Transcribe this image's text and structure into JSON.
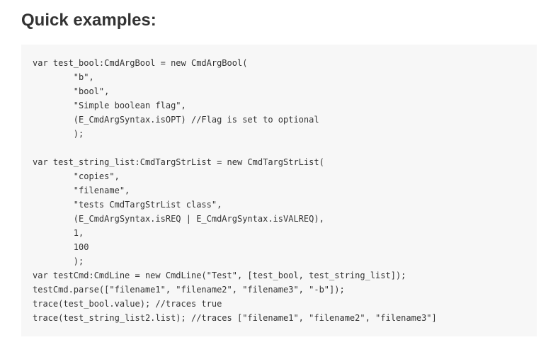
{
  "heading": "Quick examples:",
  "code": {
    "lines": [
      "var test_bool:CmdArgBool = new CmdArgBool(",
      "        \"b\",",
      "        \"bool\",",
      "        \"Simple boolean flag\",",
      "        (E_CmdArgSyntax.isOPT) //Flag is set to optional",
      "        );",
      "",
      "var test_string_list:CmdTargStrList = new CmdTargStrList(",
      "        \"copies\",",
      "        \"filename\",",
      "        \"tests CmdTargStrList class\",",
      "        (E_CmdArgSyntax.isREQ | E_CmdArgSyntax.isVALREQ),",
      "        1,",
      "        100",
      "        );",
      "var testCmd:CmdLine = new CmdLine(\"Test\", [test_bool, test_string_list]);",
      "testCmd.parse([\"filename1\", \"filename2\", \"filename3\", \"-b\"]);",
      "trace(test_bool.value); //traces true",
      "trace(test_string_list2.list); //traces [\"filename1\", \"filename2\", \"filename3\"]"
    ]
  }
}
